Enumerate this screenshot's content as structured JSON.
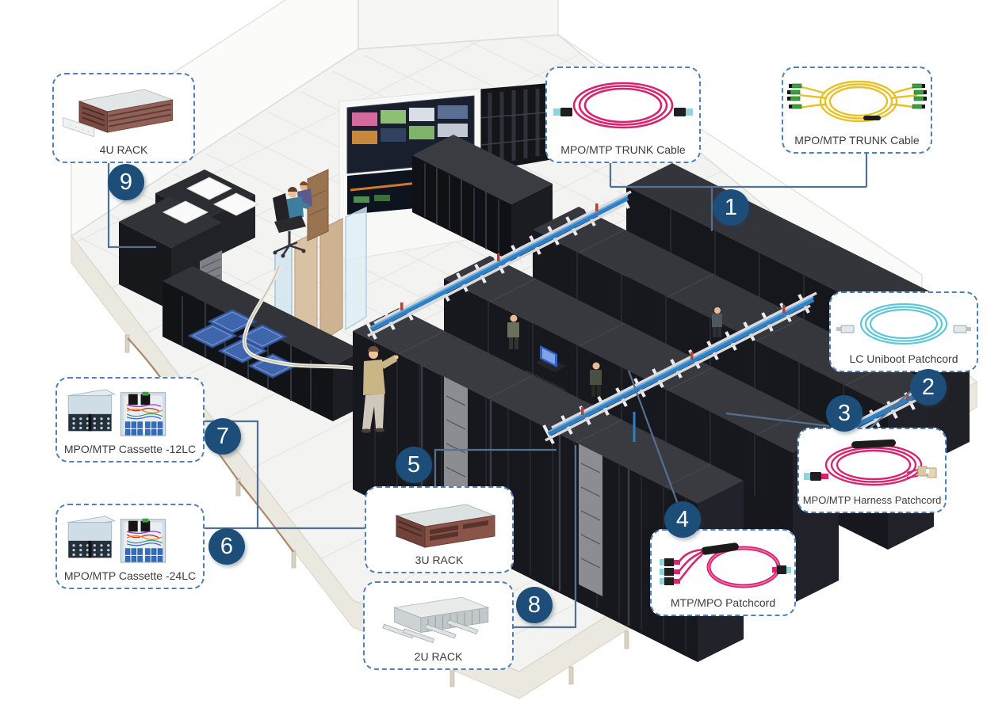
{
  "colors": {
    "badge_bg": "#1d4e79",
    "badge_text": "#ffffff",
    "box_border": "#4e81b8",
    "leader_line": "#54718f",
    "magenta_cable": "#d6246e",
    "yellow_cable": "#e6c226",
    "aqua_cable": "#5ec7d6",
    "tray_cable_blue": "#2f7fc4"
  },
  "badges": [
    {
      "number": "1"
    },
    {
      "number": "2"
    },
    {
      "number": "3"
    },
    {
      "number": "4"
    },
    {
      "number": "5"
    },
    {
      "number": "6"
    },
    {
      "number": "7"
    },
    {
      "number": "8"
    },
    {
      "number": "9"
    }
  ],
  "callouts": {
    "trunk_cable_magenta": {
      "label": "MPO/MTP TRUNK Cable"
    },
    "trunk_cable_yellow": {
      "label": "MPO/MTP TRUNK Cable"
    },
    "lc_uniboot": {
      "label": "LC Uniboot Patchcord"
    },
    "harness": {
      "label": "MPO/MTP Harness Patchcord"
    },
    "mtp_mpo": {
      "label": "MTP/MPO Patchcord"
    },
    "rack_3u": {
      "label": "3U RACK"
    },
    "cassette_24lc": {
      "label": "MPO/MTP Cassette -24LC"
    },
    "cassette_12lc": {
      "label": "MPO/MTP Cassette -12LC"
    },
    "rack_2u": {
      "label": "2U RACK"
    },
    "rack_4u": {
      "label": "4U RACK"
    }
  },
  "scene": {
    "elements": [
      "server-rack-rows",
      "overhead-cable-tray-with-blue-fiber",
      "raised-floor-with-pedestals",
      "monitoring-office-with-operator",
      "noc-monitor-wall",
      "technicians",
      "perforated-floor-tiles"
    ]
  }
}
